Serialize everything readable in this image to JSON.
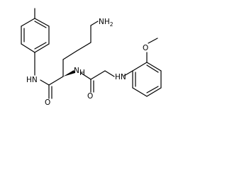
{
  "atom_labels": {
    "nh2": "NH",
    "nh2_sub": "2",
    "o_methoxy": "O",
    "nh_anilide": "N",
    "nh_anilide_h": "H",
    "nh_amide": "N",
    "nh_amide_h": "H",
    "nh_amine": "N",
    "nh_amine_h": "H",
    "o_carbonyl_1": "O",
    "o_carbonyl_2": "O"
  }
}
